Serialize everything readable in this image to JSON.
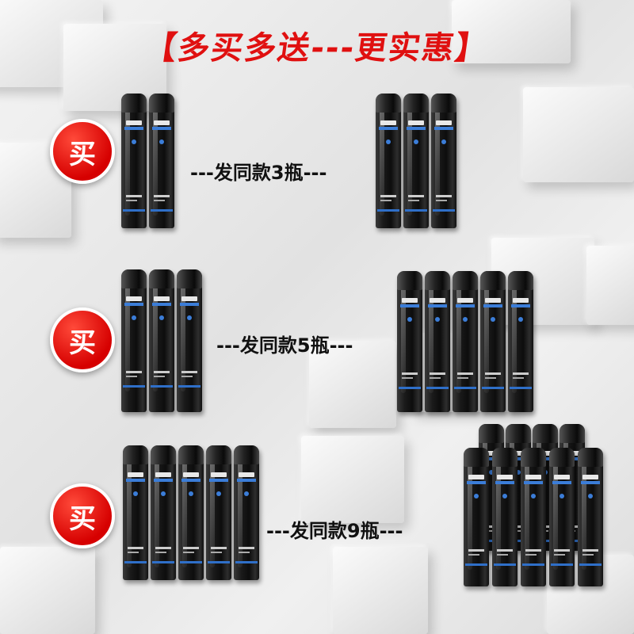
{
  "title": "【多买多送---更实惠】",
  "offers": [
    {
      "buy_label": "买",
      "send_text": "---发同款3瓶---"
    },
    {
      "buy_label": "买",
      "send_text": "---发同款5瓶---"
    },
    {
      "buy_label": "买",
      "send_text": "---发同款9瓶---"
    }
  ],
  "colors": {
    "accent": "#e01010",
    "can": "#111111",
    "can_stripe": "#2f6fc8"
  }
}
